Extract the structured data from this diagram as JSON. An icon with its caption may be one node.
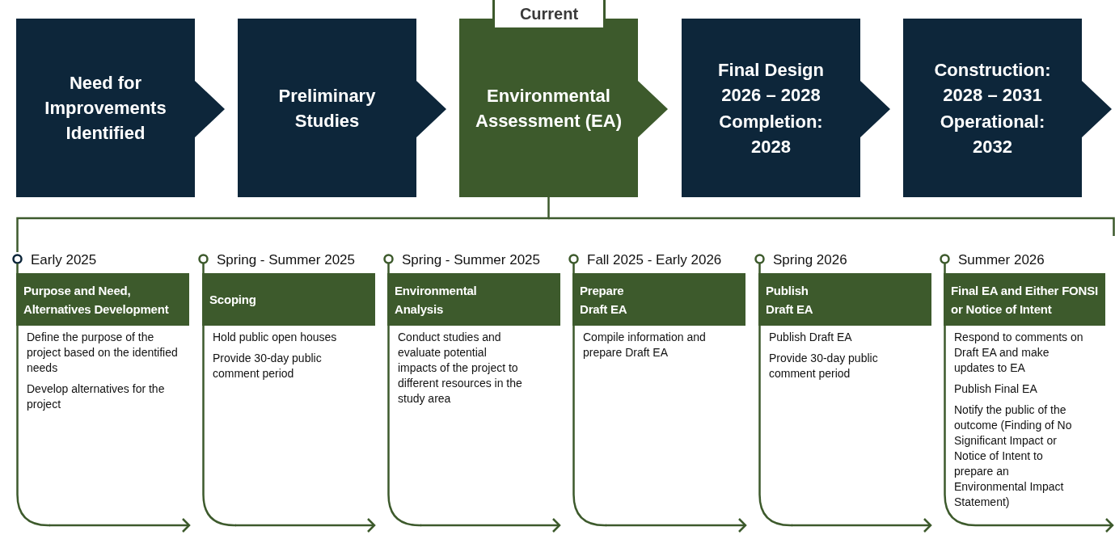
{
  "diagram": {
    "nodes": [
      {
        "text": [
          "Need for Improvements Identified"
        ]
      },
      {
        "text": [
          "Preliminary Studies"
        ]
      },
      {
        "text": [
          "Environmental Assessment (EA)"
        ],
        "beside": [
          "Current"
        ]
      },
      {
        "text": [
          "Final Design 2026 – 2028",
          "Completion: 2028"
        ]
      },
      {
        "text": [
          "Construction: 2028 – 2031",
          "Operational: 2032"
        ]
      },
      {
        "text": [
          "Early 2025",
          "Purpose and Need, Alternatives Development",
          "Define the purpose of the project based on the identified needs",
          "Develop alternatives for the project"
        ]
      },
      {
        "text": [
          "Spring - Summer 2025",
          "Scoping",
          "Hold public open houses",
          "Provide 30-day public comment period"
        ]
      },
      {
        "text": [
          "Spring - Summer 2025",
          "Environmental Analysis",
          "Conduct studies and evaluate potential impacts of the project to different resources in the study area"
        ]
      },
      {
        "text": [
          "Fall 2025 - Early 2026",
          "Prepare Draft EA",
          "Compile information and prepare Draft EA"
        ]
      },
      {
        "text": [
          "Spring 2026",
          "Publish Draft EA",
          "Publish Draft EA",
          "Provide 30-day public comment period"
        ]
      },
      {
        "text": [
          "Summer 2026",
          "Final EA and Either FONSI or Notice of Intent",
          "Respond to comments on Draft EA and make updates to EA",
          "Publish Final EA",
          "Notify the public of the outcome (Finding of No Significant Impact or Notice of Intent to prepare an Environmental Impact Statement)"
        ]
      }
    ],
    "edges": [
      {
        "from": 2,
        "to": 5,
        "arrow": "none"
      },
      {
        "from": 5,
        "to": 6,
        "arrow": "to"
      },
      {
        "from": 6,
        "to": 7,
        "arrow": "to"
      },
      {
        "from": 7,
        "to": 8,
        "arrow": "to"
      },
      {
        "from": 8,
        "to": 9,
        "arrow": "to"
      },
      {
        "from": 9,
        "to": 10,
        "arrow": "to"
      }
    ]
  }
}
